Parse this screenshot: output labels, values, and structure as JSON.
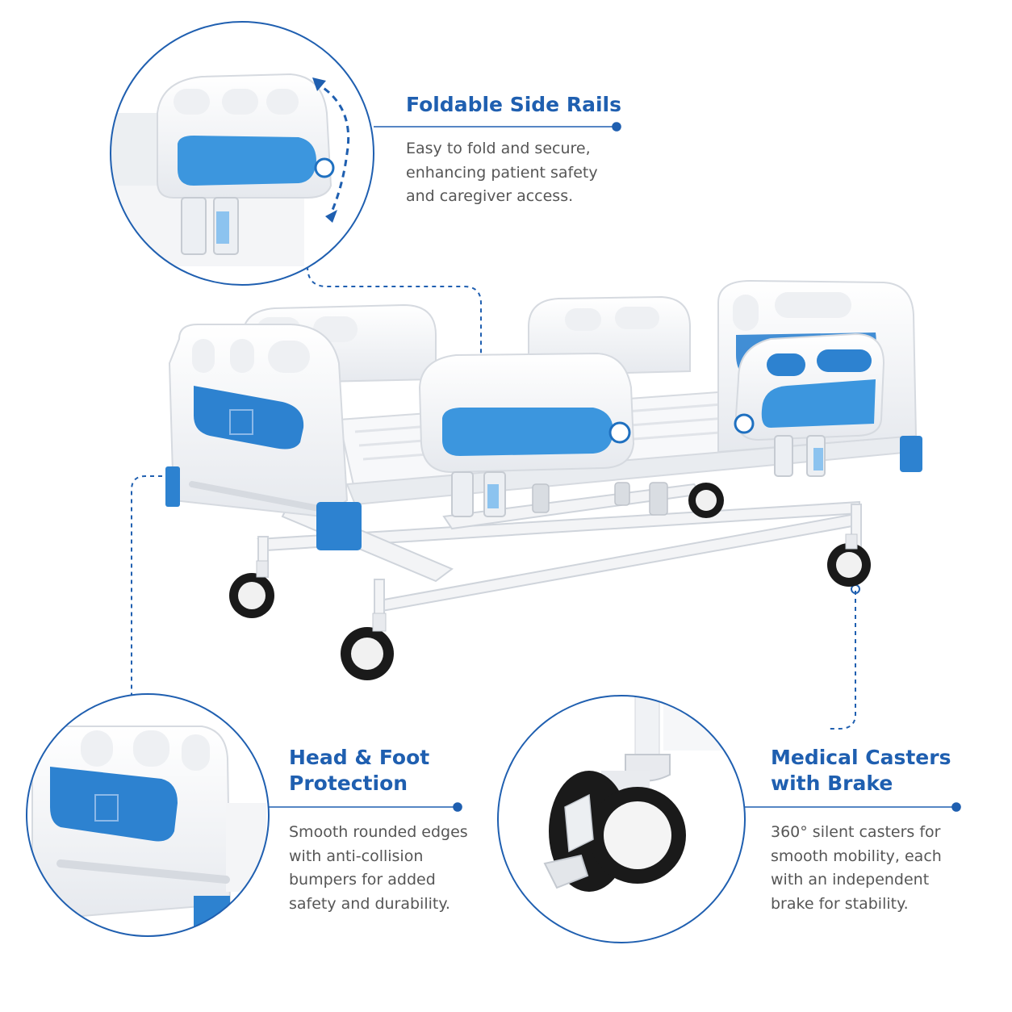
{
  "colors": {
    "accent": "#1f5fb0",
    "panel_blue": "#3c96de",
    "bumper_blue": "#2d82d0",
    "body_text": "#565656"
  },
  "features": [
    {
      "title": "Foldable Side Rails",
      "description": "Easy to fold and secure,\nenhancing patient safety\nand caregiver access.",
      "icon": "side-rail-closeup"
    },
    {
      "title": "Head & Foot\nProtection",
      "description": "Smooth rounded edges\nwith anti-collision\nbumpers for added\nsafety and durability.",
      "icon": "headboard-closeup"
    },
    {
      "title": "Medical Casters\nwith Brake",
      "description": "360° silent casters for\nsmooth mobility, each\nwith an independent\nbrake for stability.",
      "icon": "caster-closeup"
    }
  ]
}
